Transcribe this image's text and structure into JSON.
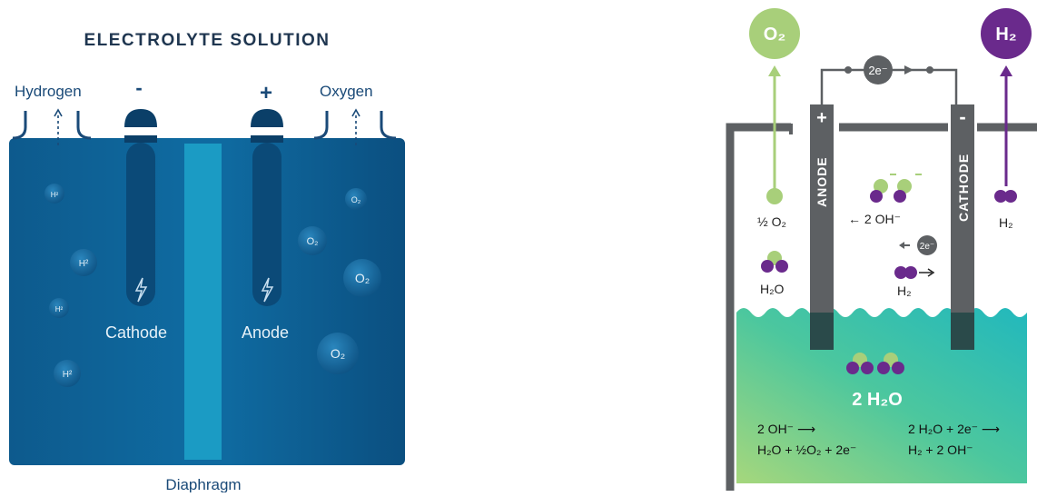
{
  "left_diagram": {
    "title": "ELECTROLYTE SOLUTION",
    "hydrogen_label": "Hydrogen",
    "oxygen_label": "Oxygen",
    "minus_sign": "-",
    "plus_sign": "+",
    "cathode_label": "Cathode",
    "anode_label": "Anode",
    "diaphragm_label": "Diaphragm",
    "h2_bubble_text": "H²",
    "o2_bubble_text": "O₂",
    "colors": {
      "tank": "#0f5f94",
      "tank_dark": "#0b4f80",
      "diaphragm": "#1b9bc4",
      "text": "#1a4a78"
    }
  },
  "right_diagram": {
    "o2_badge": "O₂",
    "h2_badge": "H₂",
    "electron_flow": "2e⁻",
    "anode_plus": "+",
    "cathode_minus": "-",
    "anode_label": "ANODE",
    "cathode_label": "CATHODE",
    "half_o2": "½ O₂",
    "two_oh_left": "← 2 OH⁻",
    "electron_small": "2e⁻",
    "h2o_left": "H₂O",
    "h2_mid": "H₂",
    "h2_right": "H₂",
    "two_h2o": "2 H₂O",
    "anode_eq_line1": "2 OH⁻ ⟶",
    "anode_eq_line2": "H₂O + ½O₂ + 2e⁻",
    "cathode_eq_line1": "2 H₂O + 2e⁻ ⟶",
    "cathode_eq_line2": "H₂ + 2 OH⁻",
    "colors": {
      "oxygen": "#a8cf7a",
      "hydrogen": "#6a2a8c",
      "electrode": "#5d6063",
      "water_top": "#2fbfb8",
      "water_bottom": "#a3d67e"
    }
  }
}
